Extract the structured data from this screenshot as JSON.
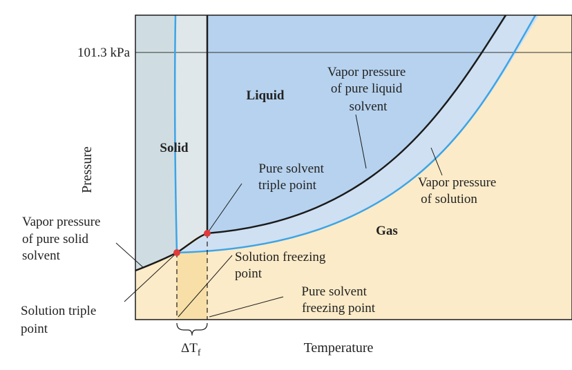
{
  "diagram": {
    "pressure_tick": "101.3 kPa",
    "y_axis_title": "Pressure",
    "x_axis_title": "Temperature",
    "regions": {
      "solid": "Solid",
      "liquid": "Liquid",
      "gas": "Gas"
    },
    "annotations": {
      "vp_pure_liquid": [
        "Vapor pressure",
        "of pure liquid",
        "solvent"
      ],
      "vp_solution": [
        "Vapor pressure",
        "of solution"
      ],
      "pure_triple": [
        "Pure solvent",
        "triple point"
      ],
      "vp_pure_solid": [
        "Vapor pressure",
        "of pure solid",
        "solvent"
      ],
      "solution_freezing": [
        "Solution freezing",
        "point"
      ],
      "pure_freezing": [
        "Pure solvent",
        "freezing point"
      ],
      "solution_triple": [
        "Solution triple",
        "point"
      ]
    },
    "delta_tf": {
      "symbol": "ΔT",
      "subscript": "f"
    },
    "colors": {
      "solid_region": "#cfdde2",
      "liquid_region": "#b6d2ee",
      "gas_region": "#fbebc8",
      "band": "#cfe0f2",
      "freeze_band": "#f7dfa7",
      "solution_curve": "#3da4e6",
      "pure_curve": "#1a1a1a",
      "point": "#e03a3a"
    }
  }
}
